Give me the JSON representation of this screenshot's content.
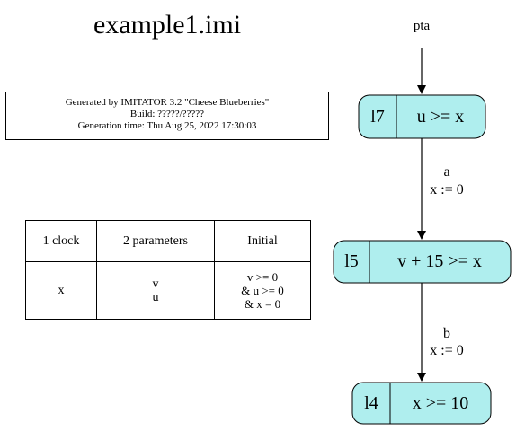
{
  "title": "example1.imi",
  "info": {
    "line1": "Generated by IMITATOR 3.2 \"Cheese Blueberries\"",
    "line2": "Build: ?????/?????",
    "line3": "Generation time: Thu Aug 25, 2022 17:30:03"
  },
  "params_table": {
    "clocks_header": "1 clock",
    "clocks_value": "x",
    "parameters_header": "2 parameters",
    "parameters_values": [
      "v",
      "u"
    ],
    "initial_header": "Initial",
    "initial_values": [
      "v >= 0",
      "& u >= 0",
      "& x = 0"
    ]
  },
  "automaton": {
    "name": "pta",
    "node_fill": "#afeeee",
    "locations": [
      {
        "name": "l7",
        "invariant": "u >= x"
      },
      {
        "name": "l5",
        "invariant": "v + 15 >= x"
      },
      {
        "name": "l4",
        "invariant": "x >= 10"
      }
    ],
    "transitions": [
      {
        "action": "a",
        "update": "x := 0"
      },
      {
        "action": "b",
        "update": "x := 0"
      }
    ]
  }
}
